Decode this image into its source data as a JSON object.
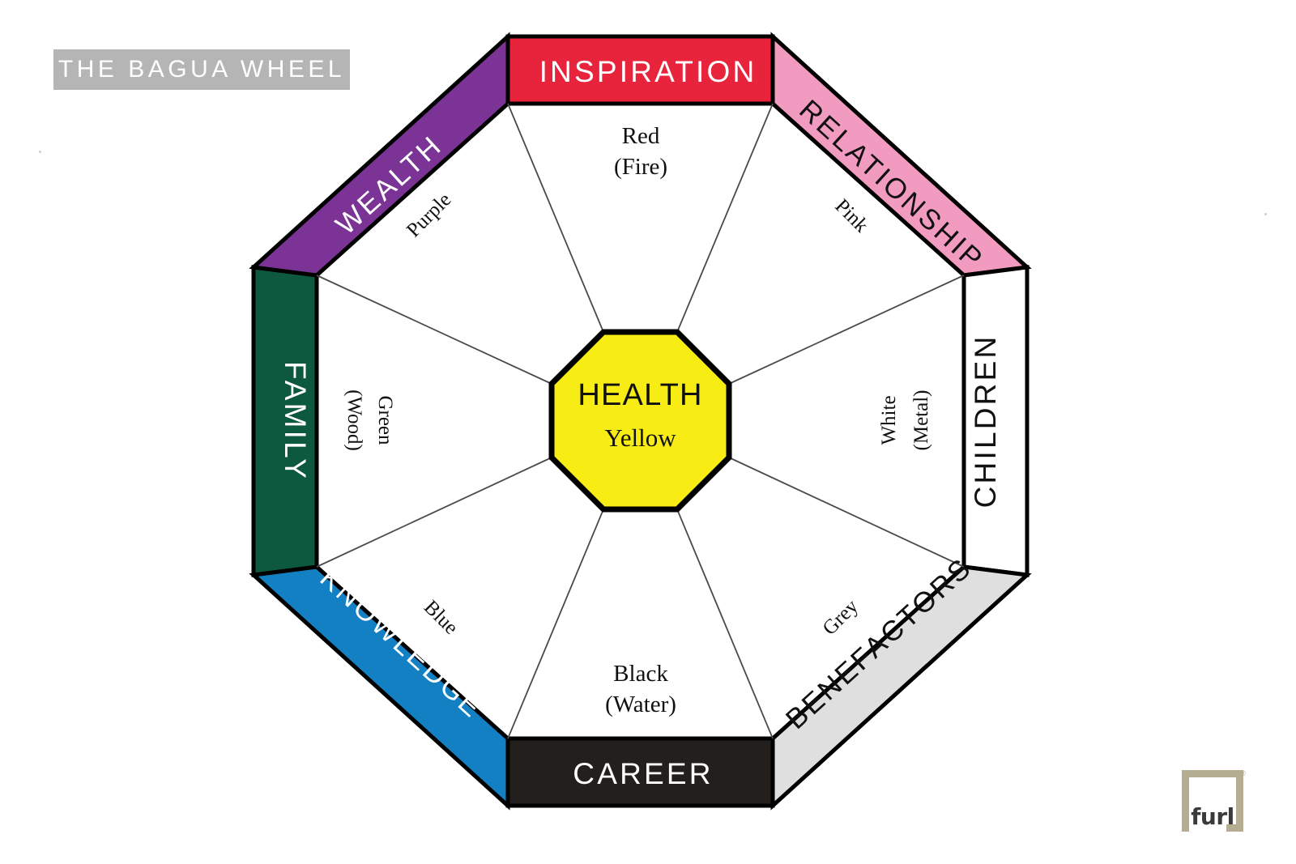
{
  "header": {
    "title": "THE BAGUA WHEEL"
  },
  "center": {
    "name": "HEALTH",
    "color": "Yellow",
    "fill": "#F7EC13"
  },
  "sectors": [
    {
      "id": "inspiration",
      "label": "INSPIRATION",
      "position": "top",
      "band_fill": "#E8243C",
      "band_text_color": "#FFFFFF",
      "color_line1": "Red",
      "color_line2": "(Fire)"
    },
    {
      "id": "relationship",
      "label": "RELATIONSHIP",
      "position": "top-right",
      "band_fill": "#F29BC0",
      "band_text_color": "#111111",
      "color_line1": "Pink",
      "color_line2": ""
    },
    {
      "id": "children",
      "label": "CHILDREN",
      "position": "right",
      "band_fill": "#FFFFFF",
      "band_text_color": "#111111",
      "color_line1": "White",
      "color_line2": "(Metal)"
    },
    {
      "id": "benefactors",
      "label": "BENEFACTORS",
      "position": "bottom-right",
      "band_fill": "#DFDFDF",
      "band_text_color": "#111111",
      "color_line1": "Grey",
      "color_line2": ""
    },
    {
      "id": "career",
      "label": "CAREER",
      "position": "bottom",
      "band_fill": "#231F1C",
      "band_text_color": "#FFFFFF",
      "color_line1": "Black",
      "color_line2": "(Water)"
    },
    {
      "id": "knowledge",
      "label": "KNOWLEDGE",
      "position": "bottom-left",
      "band_fill": "#1480C4",
      "band_text_color": "#FFFFFF",
      "color_line1": "Blue",
      "color_line2": ""
    },
    {
      "id": "family",
      "label": "FAMILY",
      "position": "left",
      "band_fill": "#0D5940",
      "band_text_color": "#FFFFFF",
      "color_line1": "Green",
      "color_line2": "(Wood)"
    },
    {
      "id": "wealth",
      "label": "WEALTH",
      "position": "top-left",
      "band_fill": "#7B3496",
      "band_text_color": "#FFFFFF",
      "color_line1": "Purple",
      "color_line2": ""
    }
  ],
  "logo": {
    "wordmark": "furl",
    "registered_mark": "®",
    "frame_color": "#B5AD92"
  }
}
